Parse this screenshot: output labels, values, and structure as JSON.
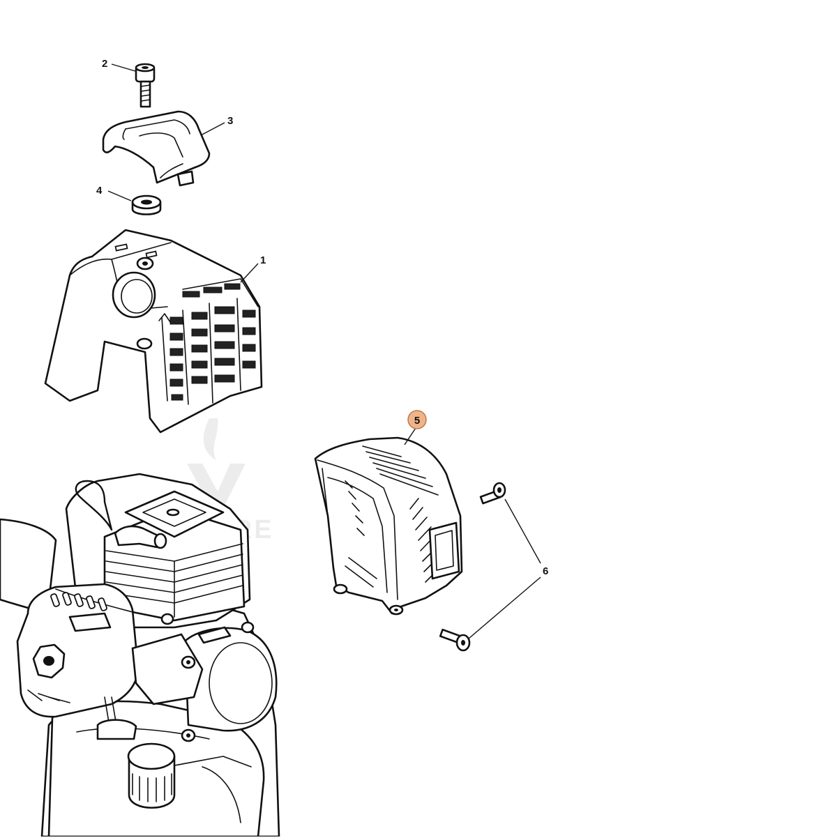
{
  "callouts": {
    "c1": "1",
    "c2": "2",
    "c3": "3",
    "c4": "4",
    "c5": "5",
    "c6": "6"
  },
  "highlight": {
    "fill": "#f0b48a",
    "stroke": "#c07a48"
  },
  "watermark": {
    "text": "VENTURE"
  }
}
